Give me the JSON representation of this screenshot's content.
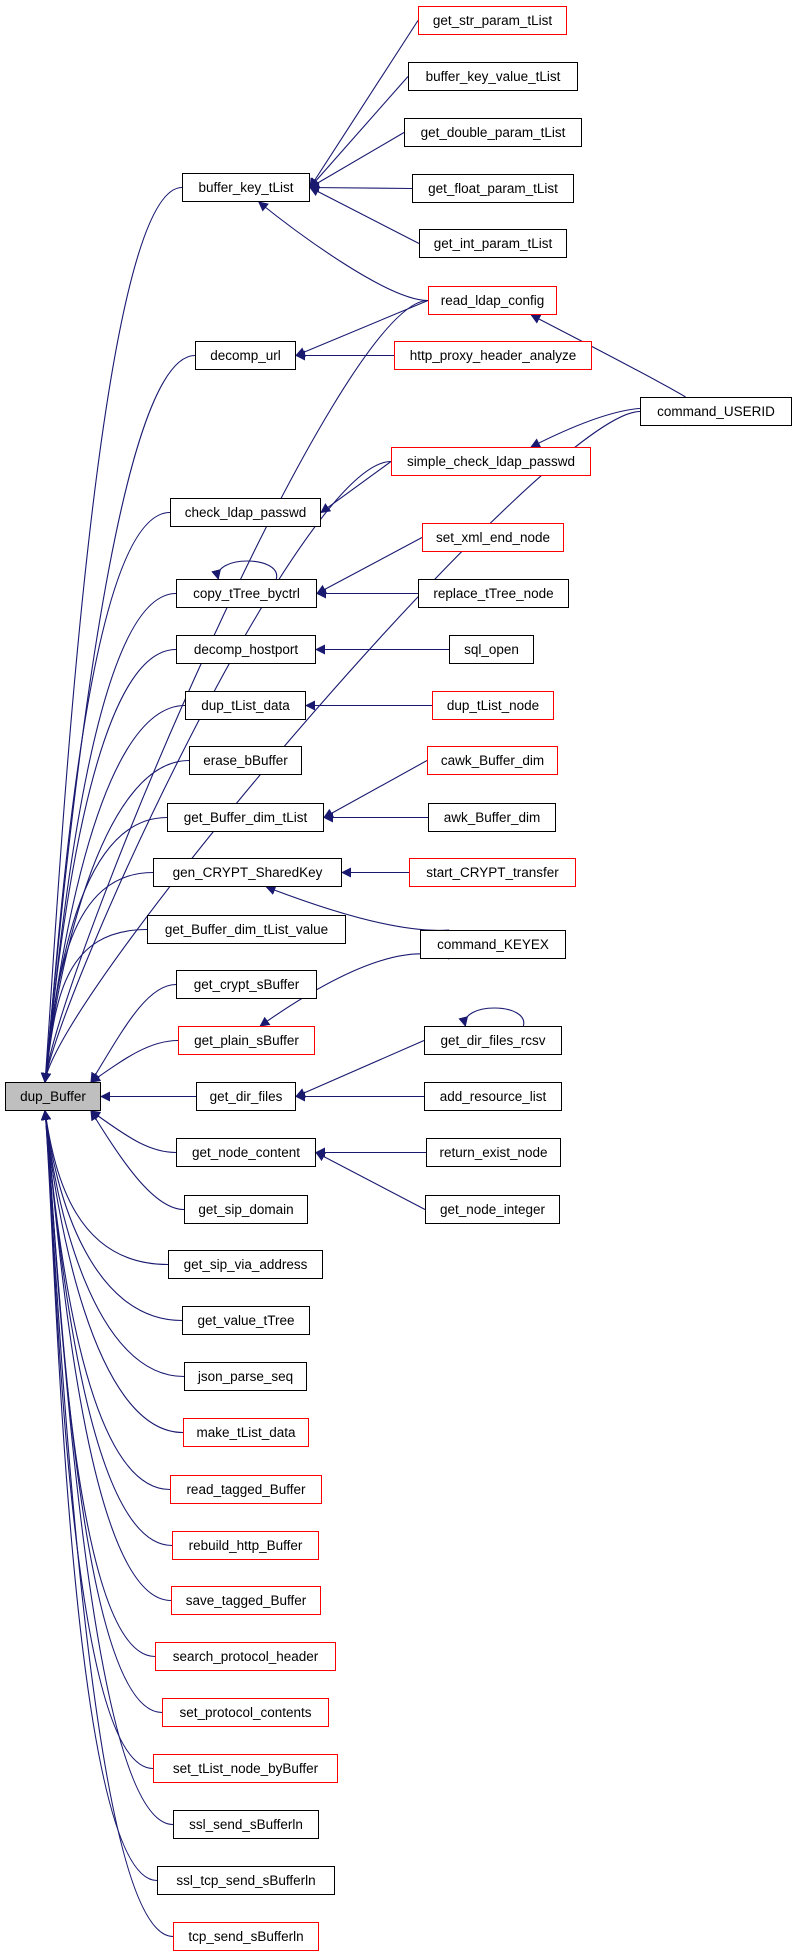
{
  "graph": {
    "nodes": [
      {
        "id": "dup_Buffer",
        "label": "dup_Buffer",
        "color": "#000000",
        "focus": true
      },
      {
        "id": "get_str_param_tList",
        "label": "get_str_param_tList",
        "color": "#ff0000"
      },
      {
        "id": "buffer_key_value_tList",
        "label": "buffer_key_value_tList",
        "color": "#000000"
      },
      {
        "id": "buffer_key_tList",
        "label": "buffer_key_tList",
        "color": "#000000"
      },
      {
        "id": "get_double_param_tList",
        "label": "get_double_param_tList",
        "color": "#000000"
      },
      {
        "id": "get_float_param_tList",
        "label": "get_float_param_tList",
        "color": "#000000"
      },
      {
        "id": "get_int_param_tList",
        "label": "get_int_param_tList",
        "color": "#000000"
      },
      {
        "id": "read_ldap_config",
        "label": "read_ldap_config",
        "color": "#ff0000"
      },
      {
        "id": "decomp_url",
        "label": "decomp_url",
        "color": "#000000"
      },
      {
        "id": "http_proxy_header_analyze",
        "label": "http_proxy_header_analyze",
        "color": "#ff0000"
      },
      {
        "id": "command_USERID",
        "label": "command_USERID",
        "color": "#000000"
      },
      {
        "id": "simple_check_ldap_passwd",
        "label": "simple_check_ldap_passwd",
        "color": "#ff0000"
      },
      {
        "id": "check_ldap_passwd",
        "label": "check_ldap_passwd",
        "color": "#000000"
      },
      {
        "id": "set_xml_end_node",
        "label": "set_xml_end_node",
        "color": "#ff0000"
      },
      {
        "id": "copy_tTree_byctrl",
        "label": "copy_tTree_byctrl",
        "color": "#000000"
      },
      {
        "id": "replace_tTree_node",
        "label": "replace_tTree_node",
        "color": "#000000"
      },
      {
        "id": "decomp_hostport",
        "label": "decomp_hostport",
        "color": "#000000"
      },
      {
        "id": "sql_open",
        "label": "sql_open",
        "color": "#000000"
      },
      {
        "id": "dup_tList_data",
        "label": "dup_tList_data",
        "color": "#000000"
      },
      {
        "id": "dup_tList_node",
        "label": "dup_tList_node",
        "color": "#ff0000"
      },
      {
        "id": "erase_bBuffer",
        "label": "erase_bBuffer",
        "color": "#000000"
      },
      {
        "id": "cawk_Buffer_dim",
        "label": "cawk_Buffer_dim",
        "color": "#ff0000"
      },
      {
        "id": "get_Buffer_dim_tList",
        "label": "get_Buffer_dim_tList",
        "color": "#000000"
      },
      {
        "id": "awk_Buffer_dim",
        "label": "awk_Buffer_dim",
        "color": "#000000"
      },
      {
        "id": "gen_CRYPT_SharedKey",
        "label": "gen_CRYPT_SharedKey",
        "color": "#000000"
      },
      {
        "id": "start_CRYPT_transfer",
        "label": "start_CRYPT_transfer",
        "color": "#ff0000"
      },
      {
        "id": "get_Buffer_dim_tList_value",
        "label": "get_Buffer_dim_tList_value",
        "color": "#000000"
      },
      {
        "id": "command_KEYEX",
        "label": "command_KEYEX",
        "color": "#000000"
      },
      {
        "id": "get_crypt_sBuffer",
        "label": "get_crypt_sBuffer",
        "color": "#000000"
      },
      {
        "id": "get_plain_sBuffer",
        "label": "get_plain_sBuffer",
        "color": "#ff0000"
      },
      {
        "id": "get_dir_files_rcsv",
        "label": "get_dir_files_rcsv",
        "color": "#000000"
      },
      {
        "id": "get_dir_files",
        "label": "get_dir_files",
        "color": "#000000"
      },
      {
        "id": "add_resource_list",
        "label": "add_resource_list",
        "color": "#000000"
      },
      {
        "id": "get_node_content",
        "label": "get_node_content",
        "color": "#000000"
      },
      {
        "id": "return_exist_node",
        "label": "return_exist_node",
        "color": "#000000"
      },
      {
        "id": "get_sip_domain",
        "label": "get_sip_domain",
        "color": "#000000"
      },
      {
        "id": "get_node_integer",
        "label": "get_node_integer",
        "color": "#000000"
      },
      {
        "id": "get_sip_via_address",
        "label": "get_sip_via_address",
        "color": "#000000"
      },
      {
        "id": "get_value_tTree",
        "label": "get_value_tTree",
        "color": "#000000"
      },
      {
        "id": "json_parse_seq",
        "label": "json_parse_seq",
        "color": "#000000"
      },
      {
        "id": "make_tList_data",
        "label": "make_tList_data",
        "color": "#ff0000"
      },
      {
        "id": "read_tagged_Buffer",
        "label": "read_tagged_Buffer",
        "color": "#ff0000"
      },
      {
        "id": "rebuild_http_Buffer",
        "label": "rebuild_http_Buffer",
        "color": "#ff0000"
      },
      {
        "id": "save_tagged_Buffer",
        "label": "save_tagged_Buffer",
        "color": "#ff0000"
      },
      {
        "id": "search_protocol_header",
        "label": "search_protocol_header",
        "color": "#ff0000"
      },
      {
        "id": "set_protocol_contents",
        "label": "set_protocol_contents",
        "color": "#ff0000"
      },
      {
        "id": "set_tList_node_byBuffer",
        "label": "set_tList_node_byBuffer",
        "color": "#ff0000"
      },
      {
        "id": "ssl_send_sBufferln",
        "label": "ssl_send_sBufferln",
        "color": "#000000"
      },
      {
        "id": "ssl_tcp_send_sBufferln",
        "label": "ssl_tcp_send_sBufferln",
        "color": "#000000"
      },
      {
        "id": "tcp_send_sBufferln",
        "label": "tcp_send_sBufferln",
        "color": "#ff0000"
      }
    ],
    "edges": [
      [
        "dup_Buffer",
        "buffer_key_tList"
      ],
      [
        "dup_Buffer",
        "read_ldap_config"
      ],
      [
        "dup_Buffer",
        "decomp_url"
      ],
      [
        "dup_Buffer",
        "command_USERID"
      ],
      [
        "dup_Buffer",
        "simple_check_ldap_passwd"
      ],
      [
        "dup_Buffer",
        "check_ldap_passwd"
      ],
      [
        "dup_Buffer",
        "copy_tTree_byctrl"
      ],
      [
        "dup_Buffer",
        "decomp_hostport"
      ],
      [
        "dup_Buffer",
        "dup_tList_data"
      ],
      [
        "dup_Buffer",
        "erase_bBuffer"
      ],
      [
        "dup_Buffer",
        "get_Buffer_dim_tList"
      ],
      [
        "dup_Buffer",
        "gen_CRYPT_SharedKey"
      ],
      [
        "dup_Buffer",
        "get_Buffer_dim_tList_value"
      ],
      [
        "dup_Buffer",
        "get_crypt_sBuffer"
      ],
      [
        "dup_Buffer",
        "get_plain_sBuffer"
      ],
      [
        "dup_Buffer",
        "get_dir_files"
      ],
      [
        "dup_Buffer",
        "get_node_content"
      ],
      [
        "dup_Buffer",
        "get_sip_domain"
      ],
      [
        "dup_Buffer",
        "get_sip_via_address"
      ],
      [
        "dup_Buffer",
        "get_value_tTree"
      ],
      [
        "dup_Buffer",
        "json_parse_seq"
      ],
      [
        "dup_Buffer",
        "make_tList_data"
      ],
      [
        "dup_Buffer",
        "read_tagged_Buffer"
      ],
      [
        "dup_Buffer",
        "rebuild_http_Buffer"
      ],
      [
        "dup_Buffer",
        "save_tagged_Buffer"
      ],
      [
        "dup_Buffer",
        "search_protocol_header"
      ],
      [
        "dup_Buffer",
        "set_protocol_contents"
      ],
      [
        "dup_Buffer",
        "set_tList_node_byBuffer"
      ],
      [
        "dup_Buffer",
        "ssl_send_sBufferln"
      ],
      [
        "dup_Buffer",
        "ssl_tcp_send_sBufferln"
      ],
      [
        "dup_Buffer",
        "tcp_send_sBufferln"
      ],
      [
        "buffer_key_tList",
        "get_str_param_tList"
      ],
      [
        "buffer_key_tList",
        "buffer_key_value_tList"
      ],
      [
        "buffer_key_tList",
        "get_double_param_tList"
      ],
      [
        "buffer_key_tList",
        "get_float_param_tList"
      ],
      [
        "buffer_key_tList",
        "get_int_param_tList"
      ],
      [
        "buffer_key_tList",
        "read_ldap_config"
      ],
      [
        "read_ldap_config",
        "command_USERID"
      ],
      [
        "decomp_url",
        "read_ldap_config"
      ],
      [
        "decomp_url",
        "http_proxy_header_analyze"
      ],
      [
        "simple_check_ldap_passwd",
        "command_USERID"
      ],
      [
        "check_ldap_passwd",
        "simple_check_ldap_passwd"
      ],
      [
        "copy_tTree_byctrl",
        "copy_tTree_byctrl"
      ],
      [
        "copy_tTree_byctrl",
        "set_xml_end_node"
      ],
      [
        "copy_tTree_byctrl",
        "replace_tTree_node"
      ],
      [
        "decomp_hostport",
        "sql_open"
      ],
      [
        "dup_tList_data",
        "dup_tList_node"
      ],
      [
        "get_Buffer_dim_tList",
        "cawk_Buffer_dim"
      ],
      [
        "get_Buffer_dim_tList",
        "awk_Buffer_dim"
      ],
      [
        "gen_CRYPT_SharedKey",
        "start_CRYPT_transfer"
      ],
      [
        "gen_CRYPT_SharedKey",
        "command_KEYEX"
      ],
      [
        "get_plain_sBuffer",
        "command_KEYEX"
      ],
      [
        "get_dir_files",
        "get_dir_files_rcsv"
      ],
      [
        "get_dir_files",
        "add_resource_list"
      ],
      [
        "get_dir_files_rcsv",
        "get_dir_files_rcsv"
      ],
      [
        "get_node_content",
        "return_exist_node"
      ],
      [
        "get_node_content",
        "get_node_integer"
      ]
    ]
  },
  "colors": {
    "edge": "#191970",
    "focus_fill": "#bfbfbf",
    "truncated_border": "#ff0000",
    "normal_border": "#000000"
  }
}
